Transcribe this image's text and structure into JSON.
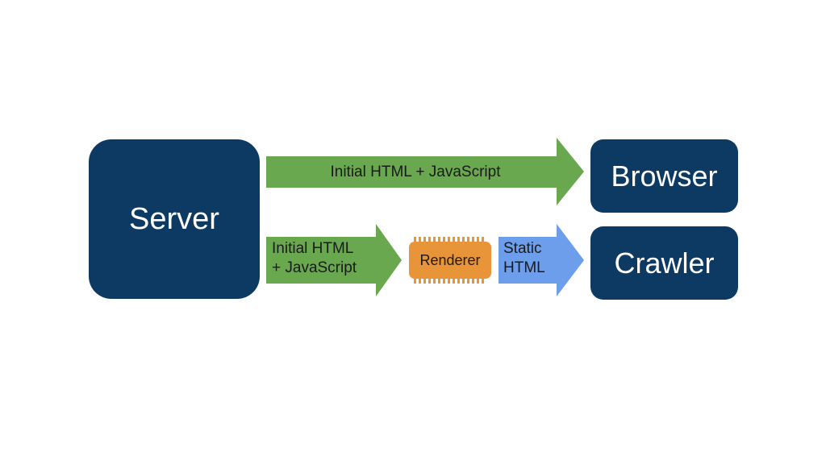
{
  "nodes": {
    "server": "Server",
    "browser": "Browser",
    "crawler": "Crawler",
    "renderer": "Renderer"
  },
  "edges": {
    "server_to_browser": "Initial HTML + JavaScript",
    "server_to_renderer": "Initial HTML\n+ JavaScript",
    "renderer_to_crawler": "Static\nHTML"
  },
  "colors": {
    "node_fill": "#0d3a63",
    "node_text": "#ffffff",
    "green_arrow": "#6aa84f",
    "blue_arrow": "#6d9eeb",
    "renderer_fill": "#e8953a"
  }
}
